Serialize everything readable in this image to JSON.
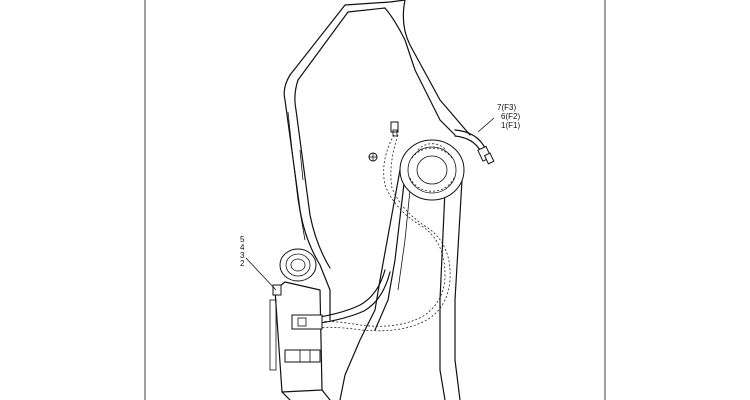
{
  "diagram": {
    "callouts_right": [
      "7(F3)",
      "6(F2)",
      "1(F1)"
    ],
    "callouts_left": [
      "5",
      "4",
      "3",
      "2"
    ],
    "line_color": "#111111",
    "background": "#ffffff"
  }
}
